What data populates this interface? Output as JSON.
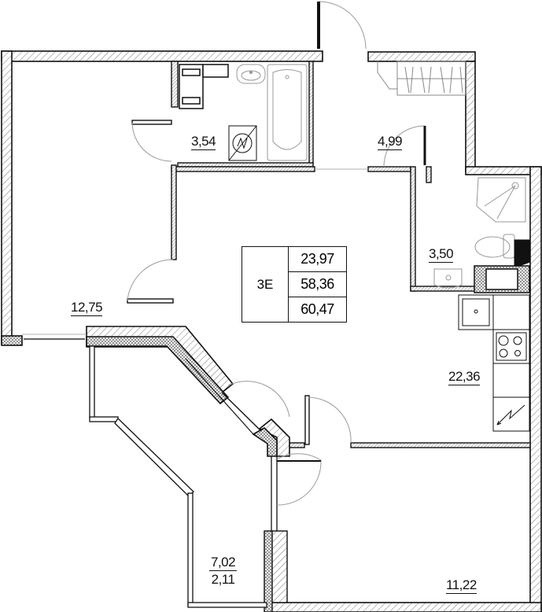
{
  "plan": {
    "apartment_type": "3Е",
    "areas_summary": {
      "living_area": "23,97",
      "total_area": "58,36",
      "total_area_with_balcony": "60,47"
    },
    "rooms": [
      {
        "id": "bedroom-left",
        "area": "12,75",
        "type": "room"
      },
      {
        "id": "bathroom-1",
        "area": "3,54",
        "type": "bathroom"
      },
      {
        "id": "hallway",
        "area": "4,99",
        "type": "hallway"
      },
      {
        "id": "bathroom-2",
        "area": "3,50",
        "type": "bathroom"
      },
      {
        "id": "kitchen-living",
        "area": "22,36",
        "type": "kitchen-living"
      },
      {
        "id": "bedroom-right",
        "area": "11,22",
        "type": "room"
      },
      {
        "id": "balcony",
        "area": "7,02",
        "area_reduced": "2,11",
        "type": "balcony"
      }
    ],
    "fixtures": [
      "bathtub-icon",
      "sink-icon",
      "washing-machine-icon",
      "boiler-icon",
      "shower-cabin-icon",
      "toilet-icon",
      "kitchen-sink-icon",
      "stove-icon",
      "electric-panel-icon",
      "wardrobe-icon",
      "radiator-icon"
    ],
    "colors": {
      "line": "#111111",
      "hatch": "#6b6b6b",
      "door_arc": "#9a9a9a",
      "background": "#ffffff"
    }
  }
}
